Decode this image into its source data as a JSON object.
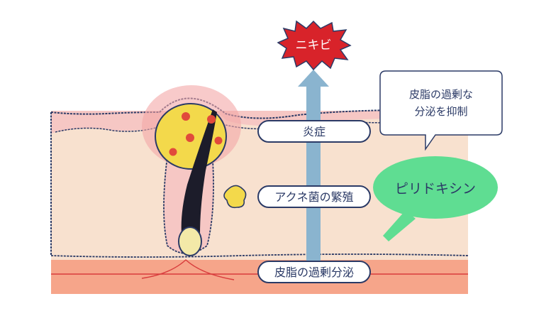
{
  "labels": {
    "result": "ニキビ",
    "step_inflammation": "炎症",
    "step_bacteria": "アクネ菌の繁殖",
    "step_sebum": "皮脂の過剰分泌",
    "ingredient": "ピリドキシン",
    "effect_line1": "皮脂の過剰な",
    "effect_line2": "分泌を抑制"
  },
  "colors": {
    "skin": "#f8e1cf",
    "skin_top": "#f6c7c4",
    "dermis": "#f6a58a",
    "outline": "#2b3a66",
    "arrow": "#8ab4cf",
    "burst": "#d8232a",
    "ingredient_bg": "#5fdd92",
    "pimple": "#f3d94b"
  }
}
